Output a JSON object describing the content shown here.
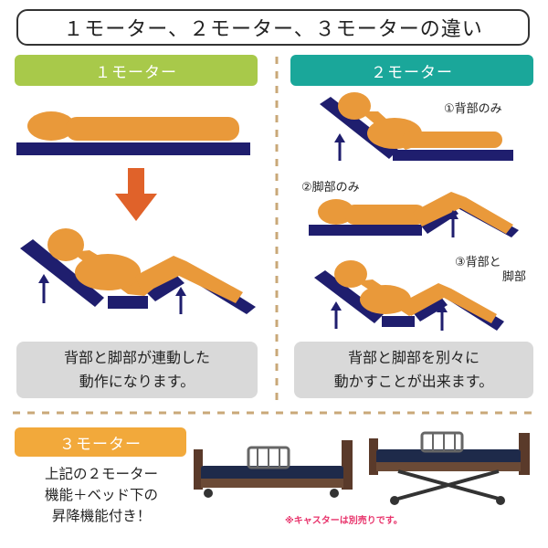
{
  "header": {
    "title": "１モーター、２モーター、３モーターの違い"
  },
  "one_motor": {
    "heading": "１モーター",
    "desc_line1": "背部と脚部が連動した",
    "desc_line2": "動作になります。"
  },
  "two_motor": {
    "heading": "２モーター",
    "label_back": "①背部のみ",
    "label_leg": "②脚部のみ",
    "label_both_1": "③背部と",
    "label_both_2": "脚部",
    "desc_line1": "背部と脚部を別々に",
    "desc_line2": "動かすことが出来ます。"
  },
  "three_motor": {
    "heading": "３モーター",
    "desc_line1": "上記の２モーター",
    "desc_line2": "機能＋ベッド下の",
    "desc_line3": "昇降機能付き！",
    "note": "※キャスターは別売りです。"
  },
  "colors": {
    "green": "#a8c94a",
    "teal": "#1aa79a",
    "orange_header": "#f2a93b",
    "body": "#e9993a",
    "navy": "#1f1e6e",
    "arrow_orange": "#e0622a",
    "divider": "#c9a878",
    "gray": "#d9d9d9"
  }
}
